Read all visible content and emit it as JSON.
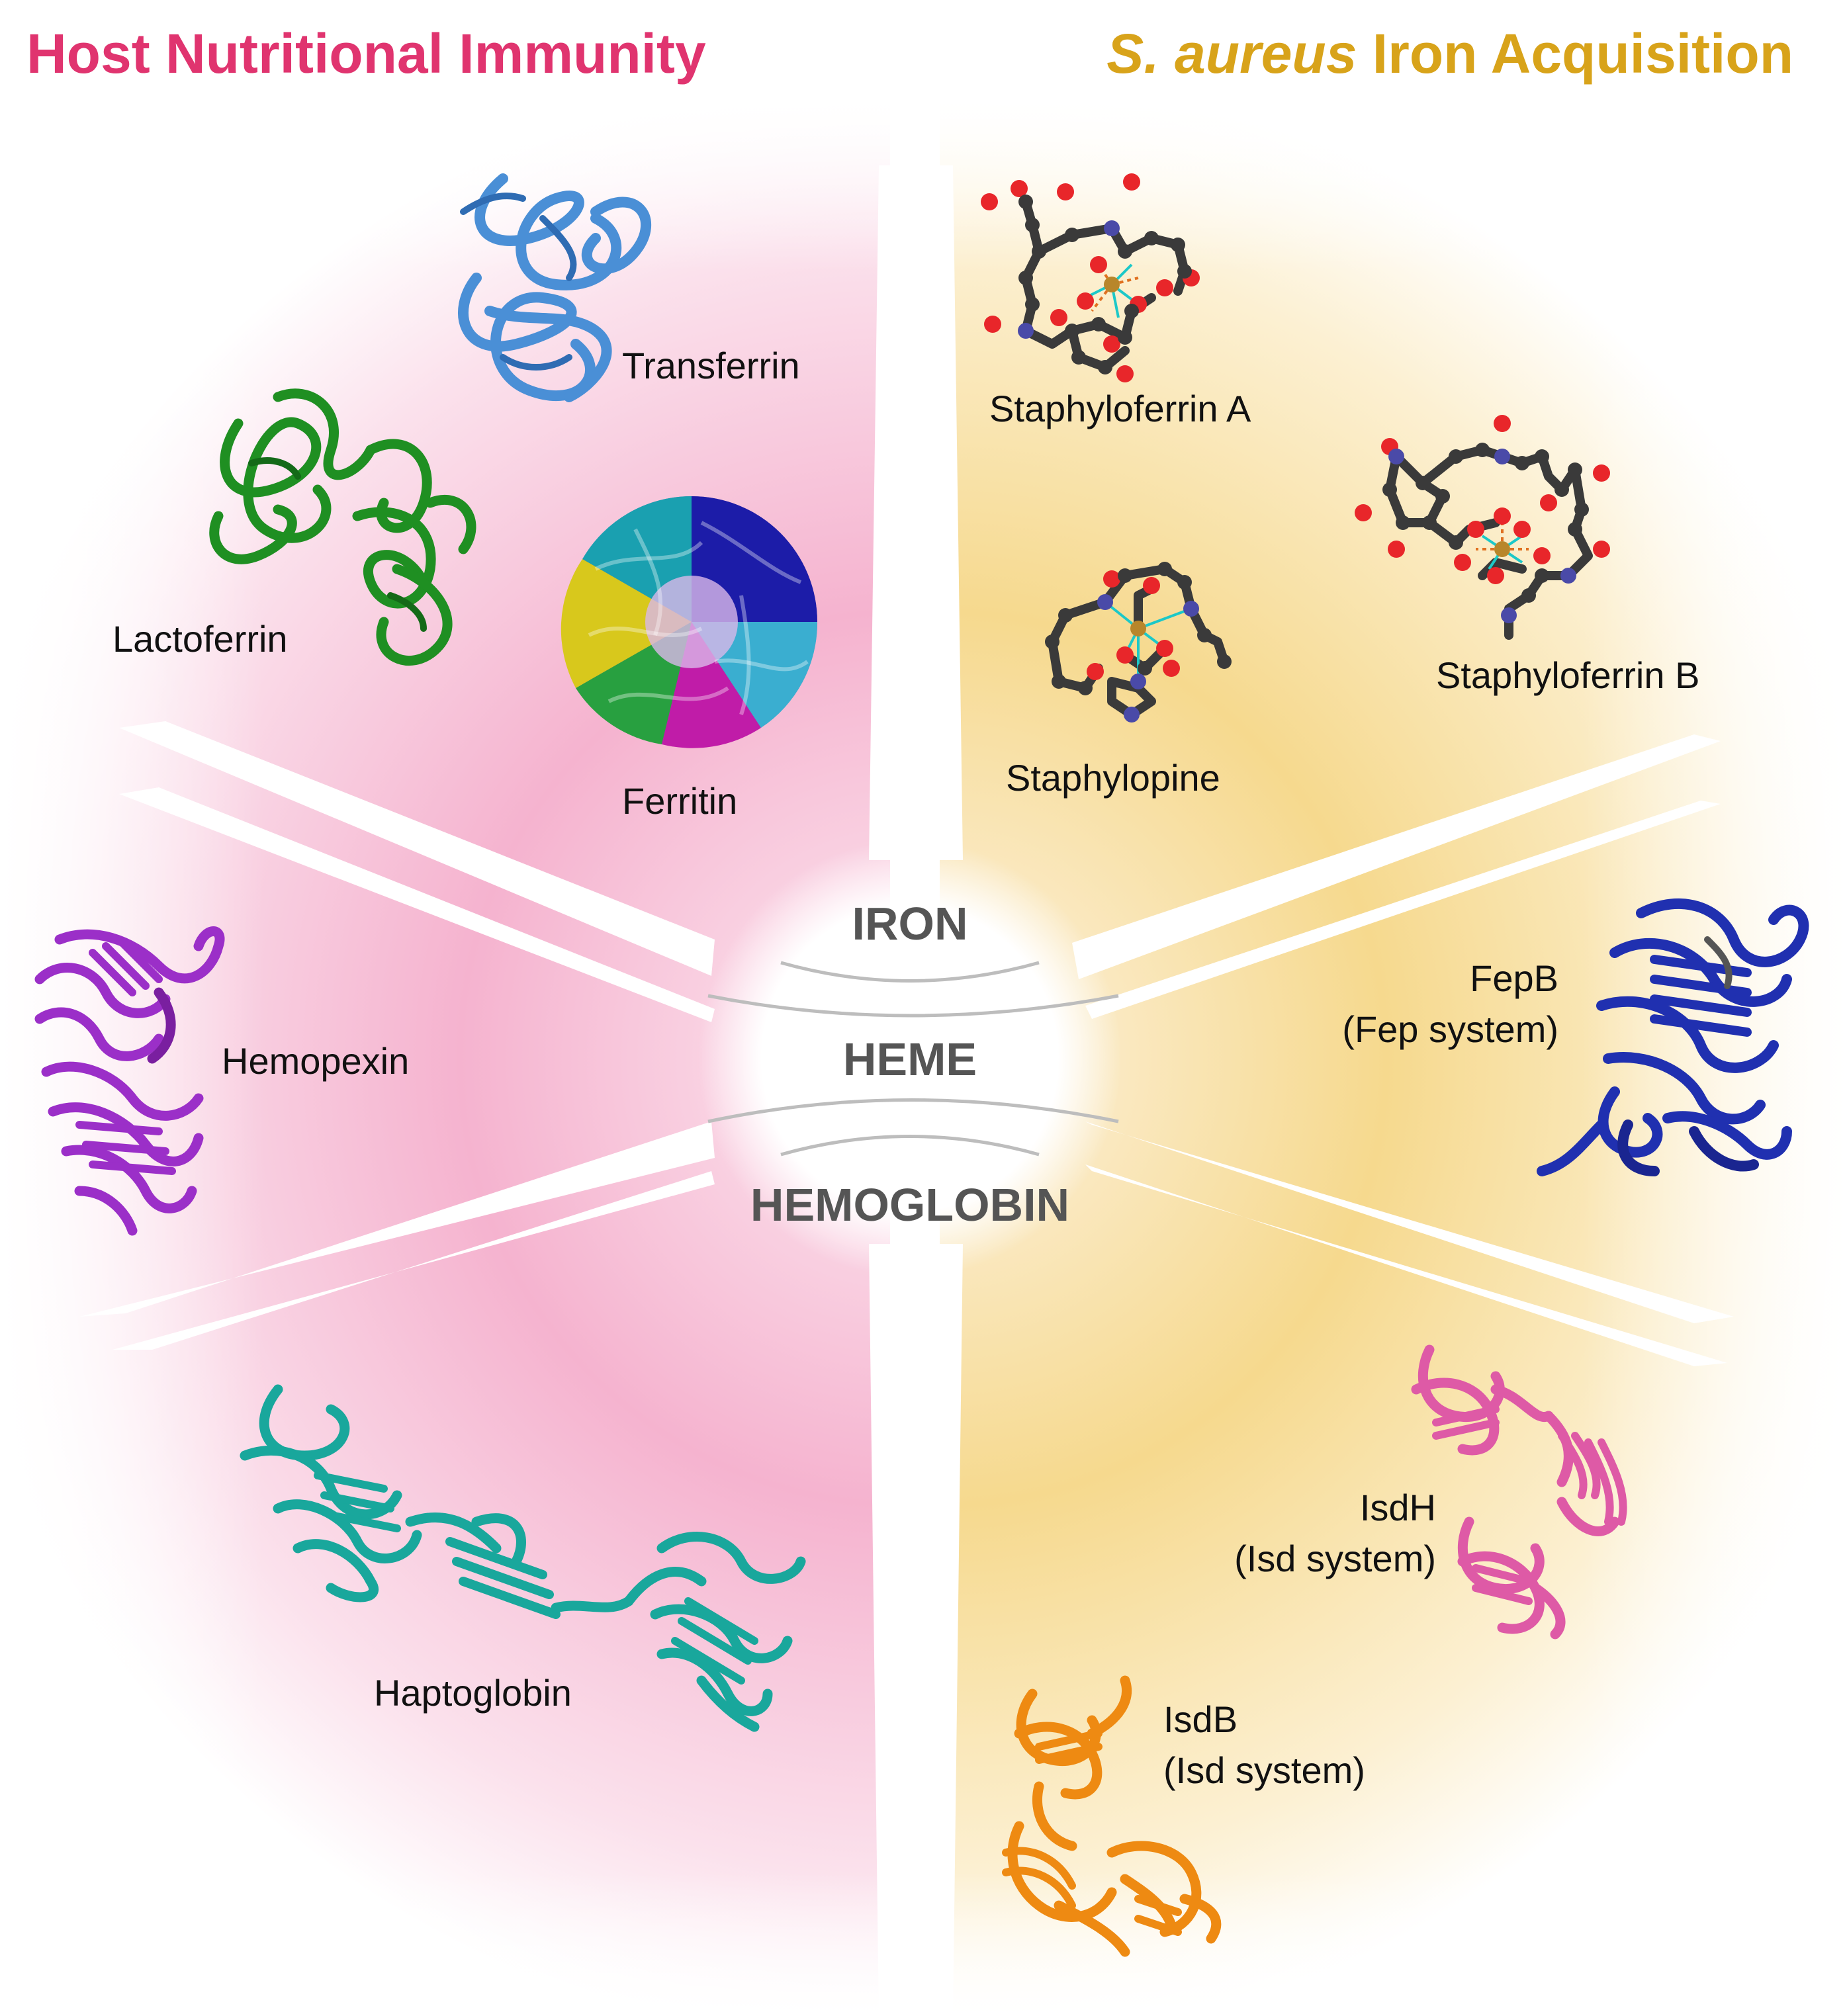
{
  "titles": {
    "left": "Host Nutritional Immunity",
    "right_italic": "S. aureus",
    "right_rest": " Iron Acquisition"
  },
  "center": {
    "iron": "IRON",
    "heme": "HEME",
    "hemoglobin": "HEMOGLOBIN"
  },
  "host": {
    "transferrin": "Transferrin",
    "lactoferrin": "Lactoferrin",
    "ferritin": "Ferritin",
    "hemopexin": "Hemopexin",
    "haptoglobin": "Haptoglobin"
  },
  "bacterial": {
    "staphyloferrin_a": "Staphyloferrin A",
    "staphyloferrin_b": "Staphyloferrin B",
    "staphylopine": "Staphylopine",
    "fepb_name": "FepB",
    "fepb_system": "(Fep system)",
    "isdh_name": "IsdH",
    "isdh_system": "(Isd system)",
    "isdb_name": "IsdB",
    "isdb_system": "(Isd system)"
  },
  "colors": {
    "host_title": "#e0346f",
    "bacteria_title": "#d8a31a",
    "host_bg": "#f7b8d2",
    "bacteria_bg": "#f7dc94",
    "transferrin": "#4a8fd6",
    "lactoferrin": "#1f8f22",
    "hemopexin": "#9b2fc8",
    "haptoglobin": "#19a79c",
    "fepb": "#2030b0",
    "isdh": "#de5aa6",
    "isdb": "#ee8a12",
    "atom_carbon": "#3a3a3a",
    "atom_oxygen": "#e8262a",
    "atom_nitrogen": "#4a4aa8",
    "atom_iron": "#b8862a"
  },
  "icons": [
    "transferrin-structure-icon",
    "lactoferrin-structure-icon",
    "ferritin-structure-icon",
    "hemopexin-structure-icon",
    "haptoglobin-structure-icon",
    "staphyloferrin-a-molecule-icon",
    "staphyloferrin-b-molecule-icon",
    "staphylopine-molecule-icon",
    "fepb-structure-icon",
    "isdh-structure-icon",
    "isdb-structure-icon"
  ]
}
